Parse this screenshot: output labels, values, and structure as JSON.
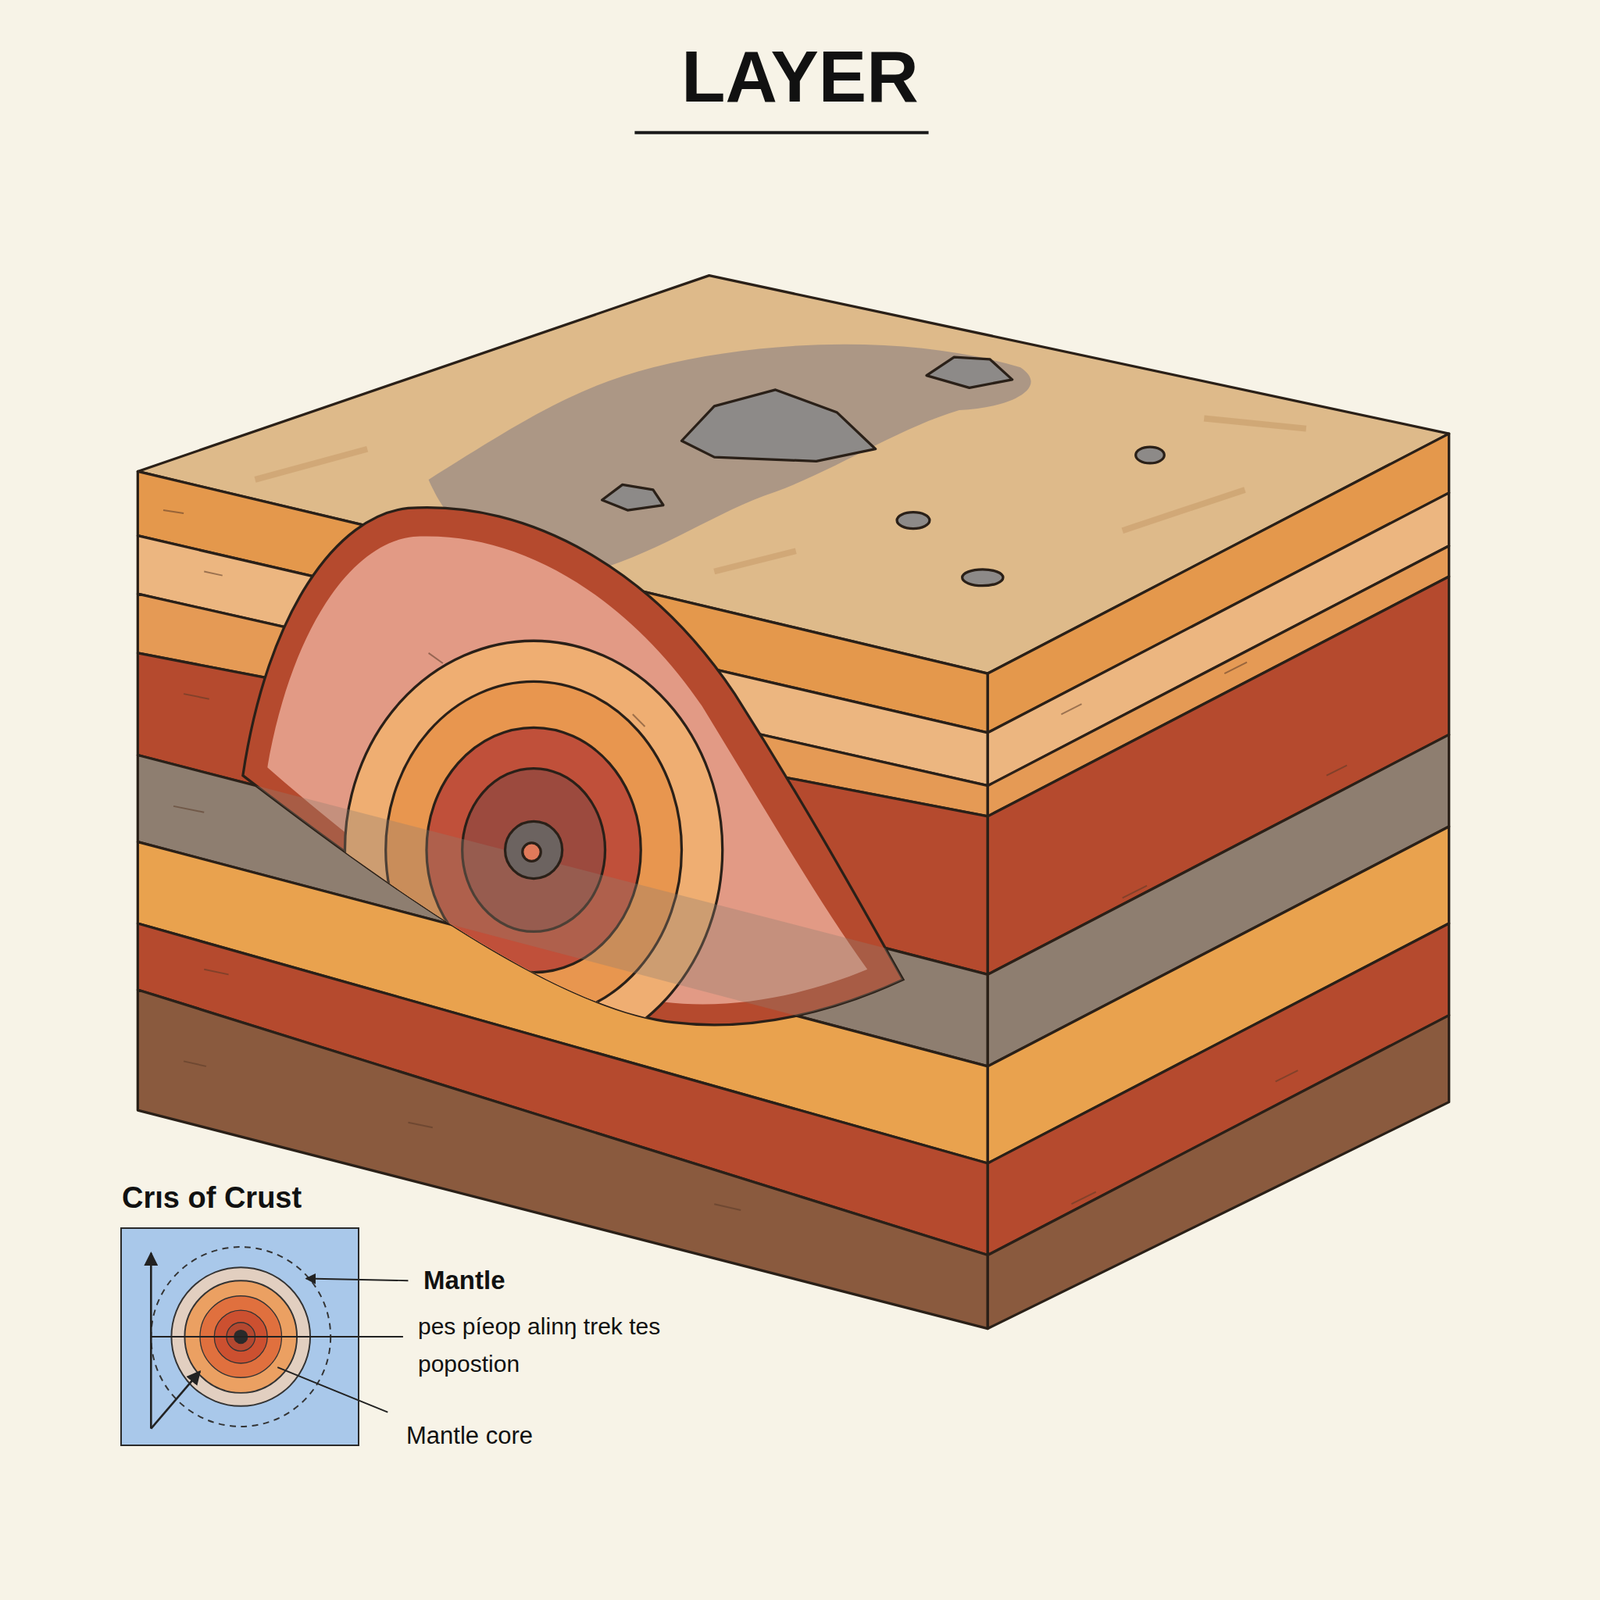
{
  "diagram": {
    "title": "LAYER",
    "nodes": [
      {
        "text": [
          "Crıs of Crust"
        ]
      }
    ],
    "labels": [
      "Mantle",
      "pes píeop alinŋ trek tes popostion",
      "Mantle core"
    ]
  }
}
